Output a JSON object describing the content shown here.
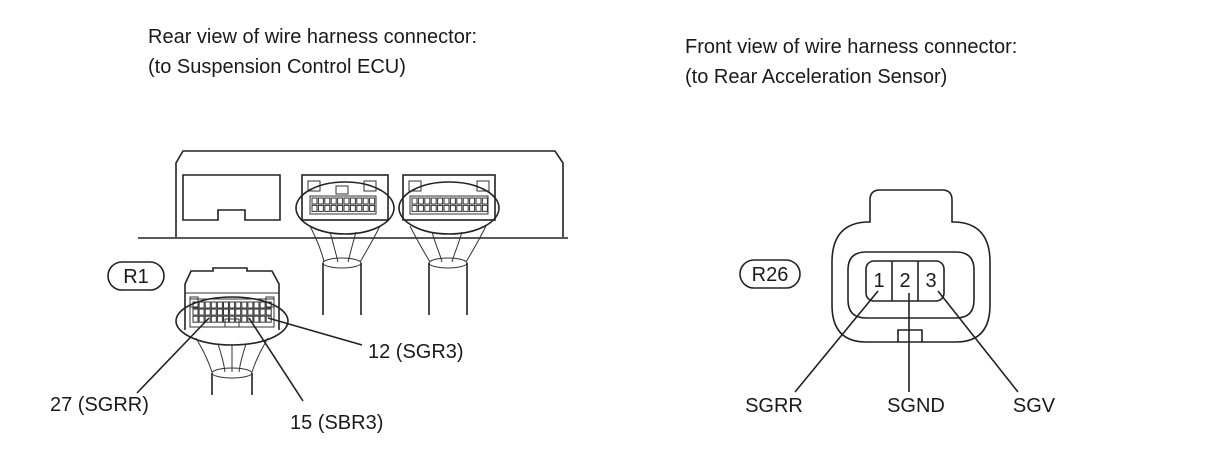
{
  "left_panel": {
    "title_line1": "Rear view of wire harness connector:",
    "title_line2": "(to Suspension Control ECU)",
    "connector_code": "R1",
    "pin_labels": {
      "p12": "12 (SGR3)",
      "p27": "27 (SGRR)",
      "p15": "15 (SBR3)"
    }
  },
  "right_panel": {
    "title_line1": "Front view of wire harness connector:",
    "title_line2": "(to Rear Acceleration Sensor)",
    "connector_code": "R26",
    "pins": [
      "1",
      "2",
      "3"
    ],
    "signal_labels": [
      "SGRR",
      "SGND",
      "SGV"
    ]
  }
}
